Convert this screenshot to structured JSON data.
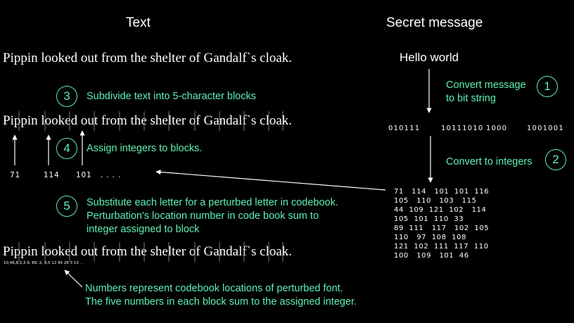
{
  "headers": {
    "text": "Text",
    "secret": "Secret message"
  },
  "sentence": "Pippin looked out from the shelter of Gandalf`s cloak.",
  "secret_message": "Hello world",
  "bit_string": [
    "010111",
    "10111010",
    "1000",
    "1001001"
  ],
  "steps": [
    {
      "number": "1",
      "label_lines": [
        "Convert message",
        "to bit string"
      ]
    },
    {
      "number": "2",
      "label_lines": [
        "Convert to integers"
      ]
    },
    {
      "number": "3",
      "label_lines": [
        "Subdivide text into 5-character blocks"
      ]
    },
    {
      "number": "4",
      "label_lines": [
        "Assign integers to blocks."
      ]
    },
    {
      "number": "5",
      "label_lines": [
        "Substitute each letter for a perturbed letter in codebook.",
        "Perturbation's location number in code book sum to",
        "integer assigned to block"
      ]
    }
  ],
  "block_integers": [
    "71",
    "114",
    "101",
    ". . . ."
  ],
  "integer_grid": [
    "71   114   101  101  116",
    "105   110   103   115",
    "44  109  121  102   114",
    "105  101  110  33",
    "89  111   117   102  105",
    "110   97  108  108",
    "121  102  111  117  110",
    "100   109   101  46"
  ],
  "codebook_numbers": "10,46,8,2,3   9,  89, 2,  9,5   12 45   28 3 13  . .",
  "note_lines": [
    "Numbers represent codebook locations of perturbed font.",
    "The five numbers in each block sum to the assigned integer."
  ],
  "colors": {
    "background": "#000000",
    "accent": "#5ff0b4",
    "text": "#ffffff"
  }
}
